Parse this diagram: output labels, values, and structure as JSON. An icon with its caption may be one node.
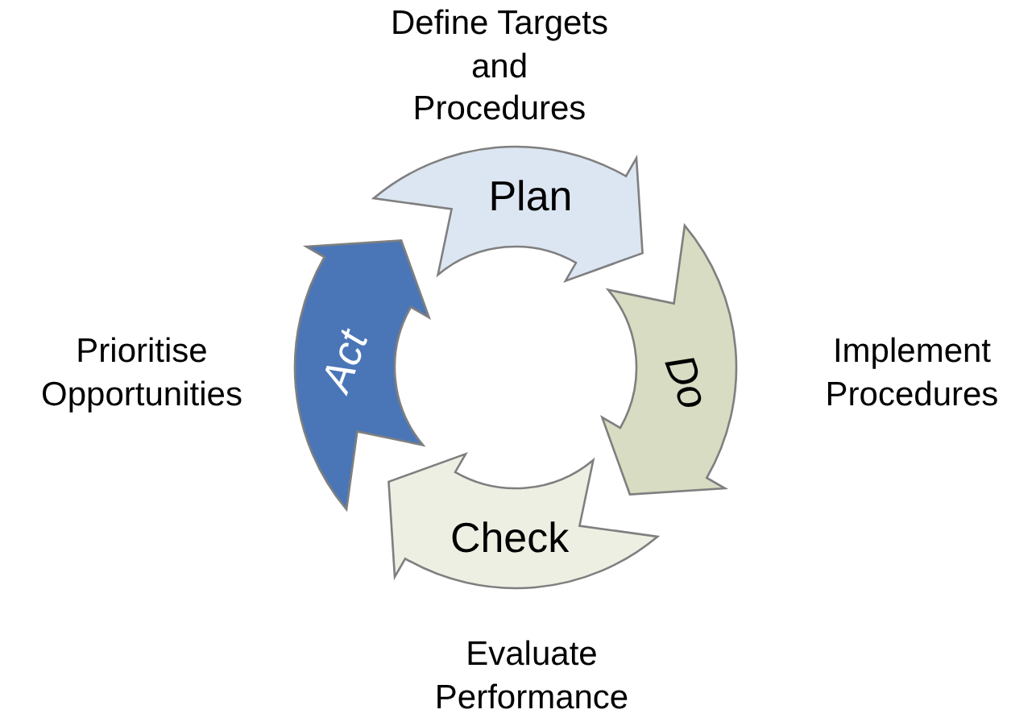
{
  "diagram": {
    "nodes": [
      {
        "text": [
          "Plan"
        ],
        "beside": [
          "Define Targets and Procedures"
        ]
      },
      {
        "text": [
          "Do"
        ],
        "beside": [
          "Implement Procedures"
        ]
      },
      {
        "text": [
          "Check"
        ],
        "beside": [
          "Evaluate Performance"
        ]
      },
      {
        "text": [
          "Act"
        ],
        "beside": [
          "Prioritise Opportunities"
        ]
      }
    ]
  }
}
